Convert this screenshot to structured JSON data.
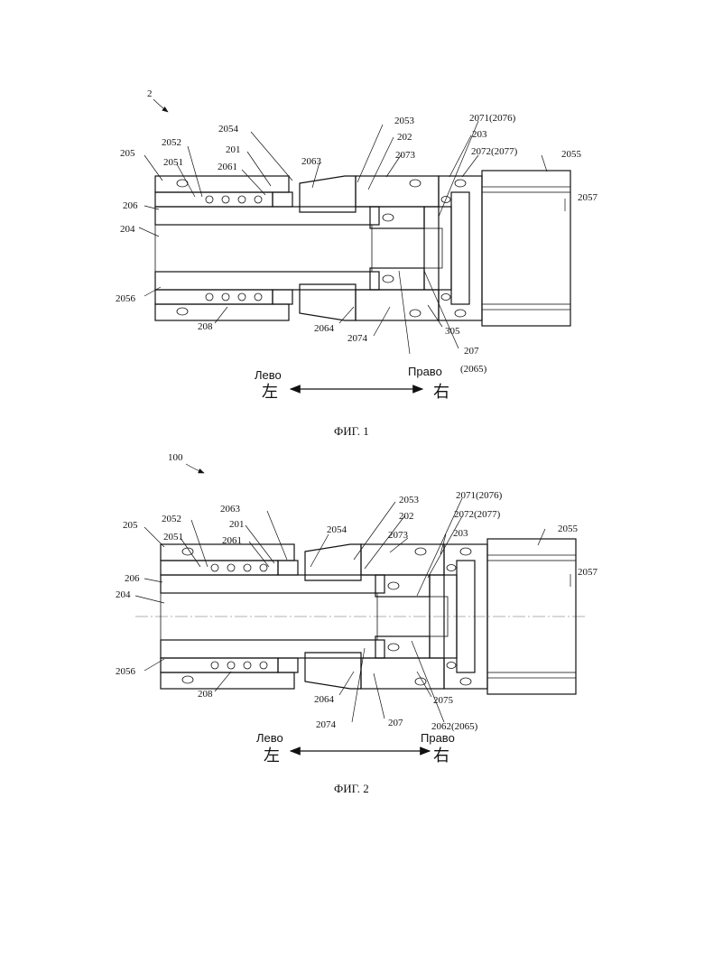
{
  "figures": [
    {
      "caption": "ФИГ. 1",
      "assembly_ref": "2",
      "direction": {
        "left": "Лево",
        "left_cjk": "左",
        "right": "Право",
        "right_cjk": "右"
      },
      "labels": [
        "205",
        "2052",
        "2051",
        "2054",
        "201",
        "2061",
        "2063",
        "2053",
        "202",
        "2073",
        "2071(2076)",
        "203",
        "2072(2077)",
        "2055",
        "2057",
        "206",
        "204",
        "2056",
        "208",
        "2064",
        "2074",
        "305",
        "207",
        "(2065)"
      ]
    },
    {
      "caption": "ФИГ. 2",
      "assembly_ref": "100",
      "direction": {
        "left": "Лево",
        "left_cjk": "左",
        "right": "Право",
        "right_cjk": "右"
      },
      "labels": [
        "205",
        "2052",
        "2051",
        "2063",
        "201",
        "2061",
        "2054",
        "2053",
        "202",
        "2073",
        "2071(2076)",
        "2072(2077)",
        "203",
        "2055",
        "2057",
        "206",
        "204",
        "2056",
        "208",
        "2064",
        "2074",
        "207",
        "2075",
        "2062(2065)"
      ]
    }
  ]
}
